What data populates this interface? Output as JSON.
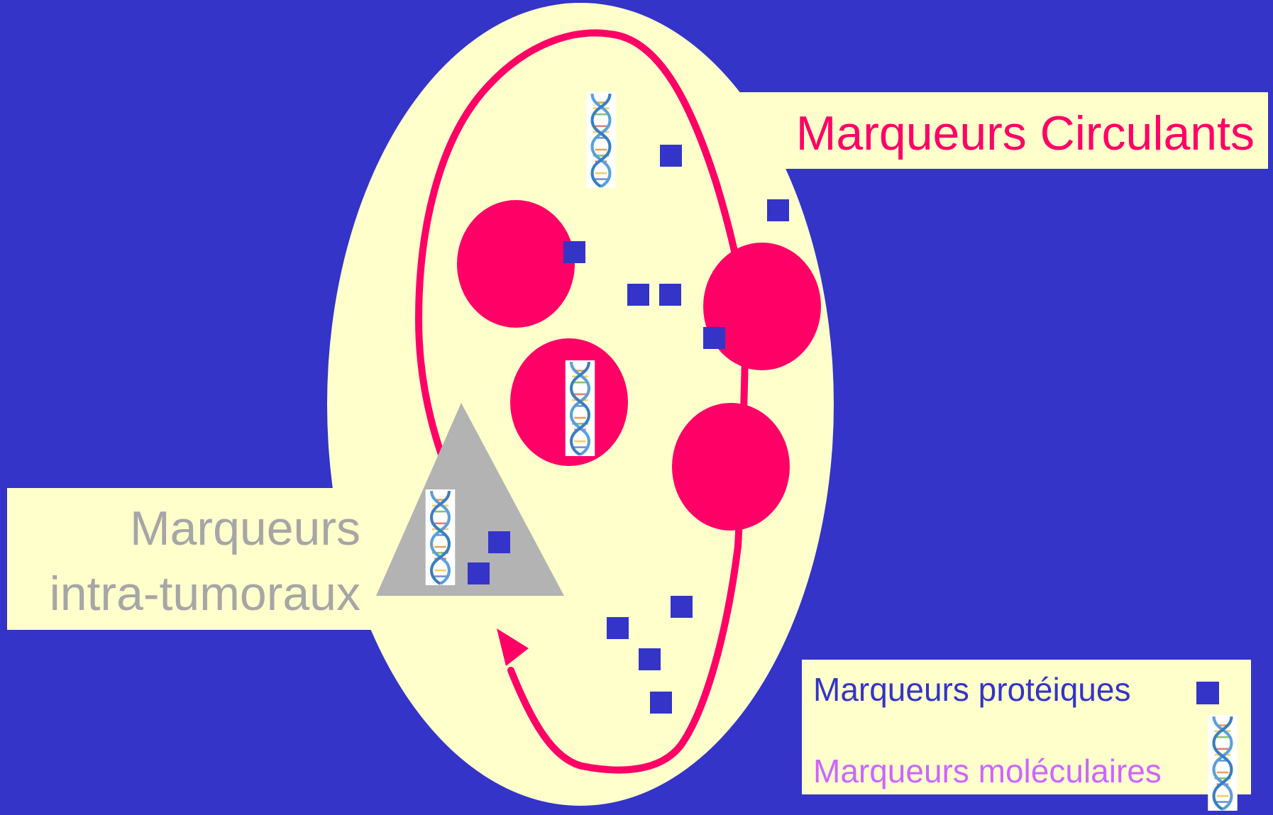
{
  "labels": {
    "circulating": "Marqueurs Circulants",
    "intratumoral_line1": "Marqueurs",
    "intratumoral_line2": "intra-tumoraux"
  },
  "legend": {
    "protein": "Marqueurs protéiques",
    "molecular": "Marqueurs moléculaires"
  },
  "colors": {
    "background": "#3434c8",
    "vessel": "#ffffcc",
    "cell": "#ff0066",
    "protein_marker": "#3434c8",
    "tumor": "#b3b3b3",
    "circulating_text": "#ff0066",
    "intratumoral_text": "#a6a6a6",
    "legend_protein_text": "#3434c8",
    "legend_molecular_text": "#cc66ff"
  },
  "icons": {
    "protein_marker": "blue-square-icon",
    "molecular_marker": "dna-helix-icon"
  }
}
